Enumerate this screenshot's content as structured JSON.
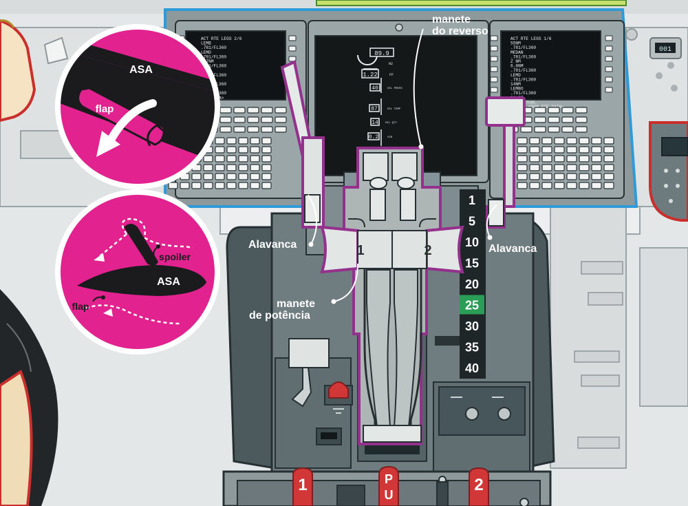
{
  "labels": {
    "manete_reverso": [
      "manete",
      "do reverso"
    ],
    "alavanca_left": "Alavanca",
    "alavanca_right": "Alavanca",
    "manete_potencia": [
      "manete",
      "de potência"
    ]
  },
  "inset_top": {
    "wing": "ASA",
    "flap": "flap"
  },
  "inset_bottom": {
    "spoiler": "spoiler",
    "wing": "ASA",
    "flap": "flap"
  },
  "thrust_levers": {
    "left": "1",
    "right": "2"
  },
  "flap_scale": {
    "values": [
      "1",
      "5",
      "10",
      "15",
      "20",
      "25",
      "30",
      "35",
      "40"
    ],
    "highlighted": "25",
    "highlight_color": "#2a9d57"
  },
  "bottom_handles": {
    "left": "1",
    "center": [
      "P",
      "U"
    ],
    "right": "2"
  },
  "display": {
    "readout_top": "89.9",
    "readout_ff": "1.22",
    "readout_oil": "40",
    "readout_temp": "87",
    "readout_14": "14",
    "readout_vib": "0.2",
    "tag_n2": "N2",
    "tag_ff": "FF",
    "tag_oil": "OIL PRESS",
    "tag_temp": "OIL TEMP",
    "tag_qty": "OIL QTY",
    "tag_vib": "VIB"
  },
  "cdu_left": {
    "lines": [
      "ACT RTE    LEGS   2/6",
      "       LEMB",
      "   .781/FL360",
      "       LEMD",
      "   .781/FL360",
      "  7.7NM",
      "   .781/FL360",
      "       LEMH",
      "   .781/FL360",
      "       LEMD",
      "   .781/FL360",
      "  8.0NM",
      "   .781/FL360",
      "        RTE DATA>"
    ]
  },
  "cdu_right": {
    "lines": [
      "ACT RTE    LEGS   1/6",
      "   55NM",
      "         .781/FL360",
      "   MEDAN",
      "         .781/FL360",
      "   Z NM",
      "   6.8NM",
      "         .781/FL360",
      "   LEMD",
      "         .781/FL360",
      "   14NM",
      "   LEMBO",
      "         .781/FL360",
      "   SALSI",
      "   RNP/ACTUAL",
      " 2.00/0.05NM  RTE DATA>"
    ]
  },
  "clock_readout": "001",
  "colors": {
    "magenta": "#e2238f",
    "purple": "#93318c",
    "frame_blue": "#2f9ad8",
    "panel_gray": "#8a9698",
    "lever_light": "#d7dddb",
    "red": "#d13737"
  }
}
